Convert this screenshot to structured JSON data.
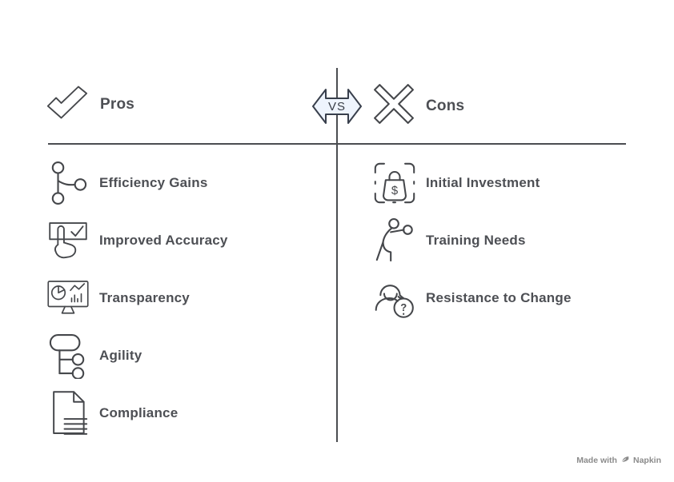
{
  "diagram": {
    "type": "pros-cons-comparison",
    "vs_badge": {
      "label": "VS",
      "fill": "#eef4fd",
      "stroke": "#383f4c"
    },
    "pros": {
      "title": "Pros",
      "icon": "check-icon",
      "items": [
        {
          "label": "Efficiency Gains",
          "icon": "network-nodes-icon"
        },
        {
          "label": "Improved Accuracy",
          "icon": "hand-tap-check-icon"
        },
        {
          "label": "Transparency",
          "icon": "monitor-charts-icon"
        },
        {
          "label": "Agility",
          "icon": "flowchart-icon"
        },
        {
          "label": "Compliance",
          "icon": "document-lines-icon"
        }
      ]
    },
    "cons": {
      "title": "Cons",
      "icon": "x-icon",
      "items": [
        {
          "label": "Initial Investment",
          "icon": "shopping-bag-dollar-icon"
        },
        {
          "label": "Training Needs",
          "icon": "exercise-person-icon"
        },
        {
          "label": "Resistance to Change",
          "icon": "person-question-icon"
        }
      ]
    },
    "colors": {
      "text": "#4d4f54",
      "icon_stroke": "#45474b",
      "divider": "#4b4d51",
      "background": "#ffffff",
      "watermark": "#8b8b8b"
    },
    "watermark": {
      "prefix": "Made with",
      "brand": "Napkin"
    }
  }
}
